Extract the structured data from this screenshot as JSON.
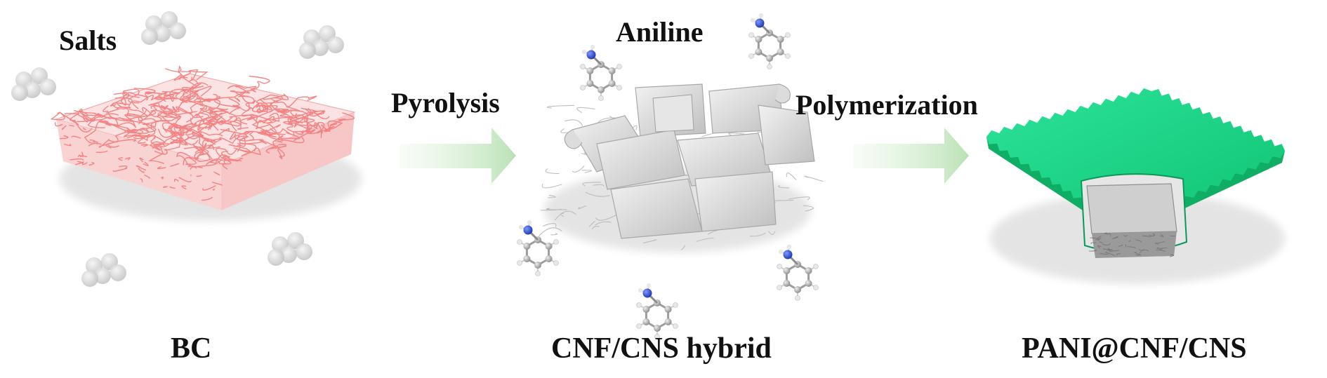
{
  "labels": {
    "salts": "Salts",
    "aniline": "Aniline",
    "pyrolysis": "Pyrolysis",
    "polymerization": "Polymerization",
    "bc": "BC",
    "cnf_cns_hybrid": "CNF/CNS hybrid",
    "pani_cnf_cns": "PANI@CNF/CNS"
  },
  "colors": {
    "bc_fibers": "#f47a7a",
    "cns_sheets": "#d9d9d9",
    "pani_coating": "#1fd98a",
    "arrow": "#c7e8c4",
    "salt_particles": "#d4d4d4",
    "nitrogen_atom": "#2c4fd6",
    "carbon_atom": "#b0b0b0"
  },
  "icons": {
    "salt": "salt-particle-icon",
    "aniline": "aniline-molecule-icon",
    "arrow": "process-arrow-icon"
  }
}
